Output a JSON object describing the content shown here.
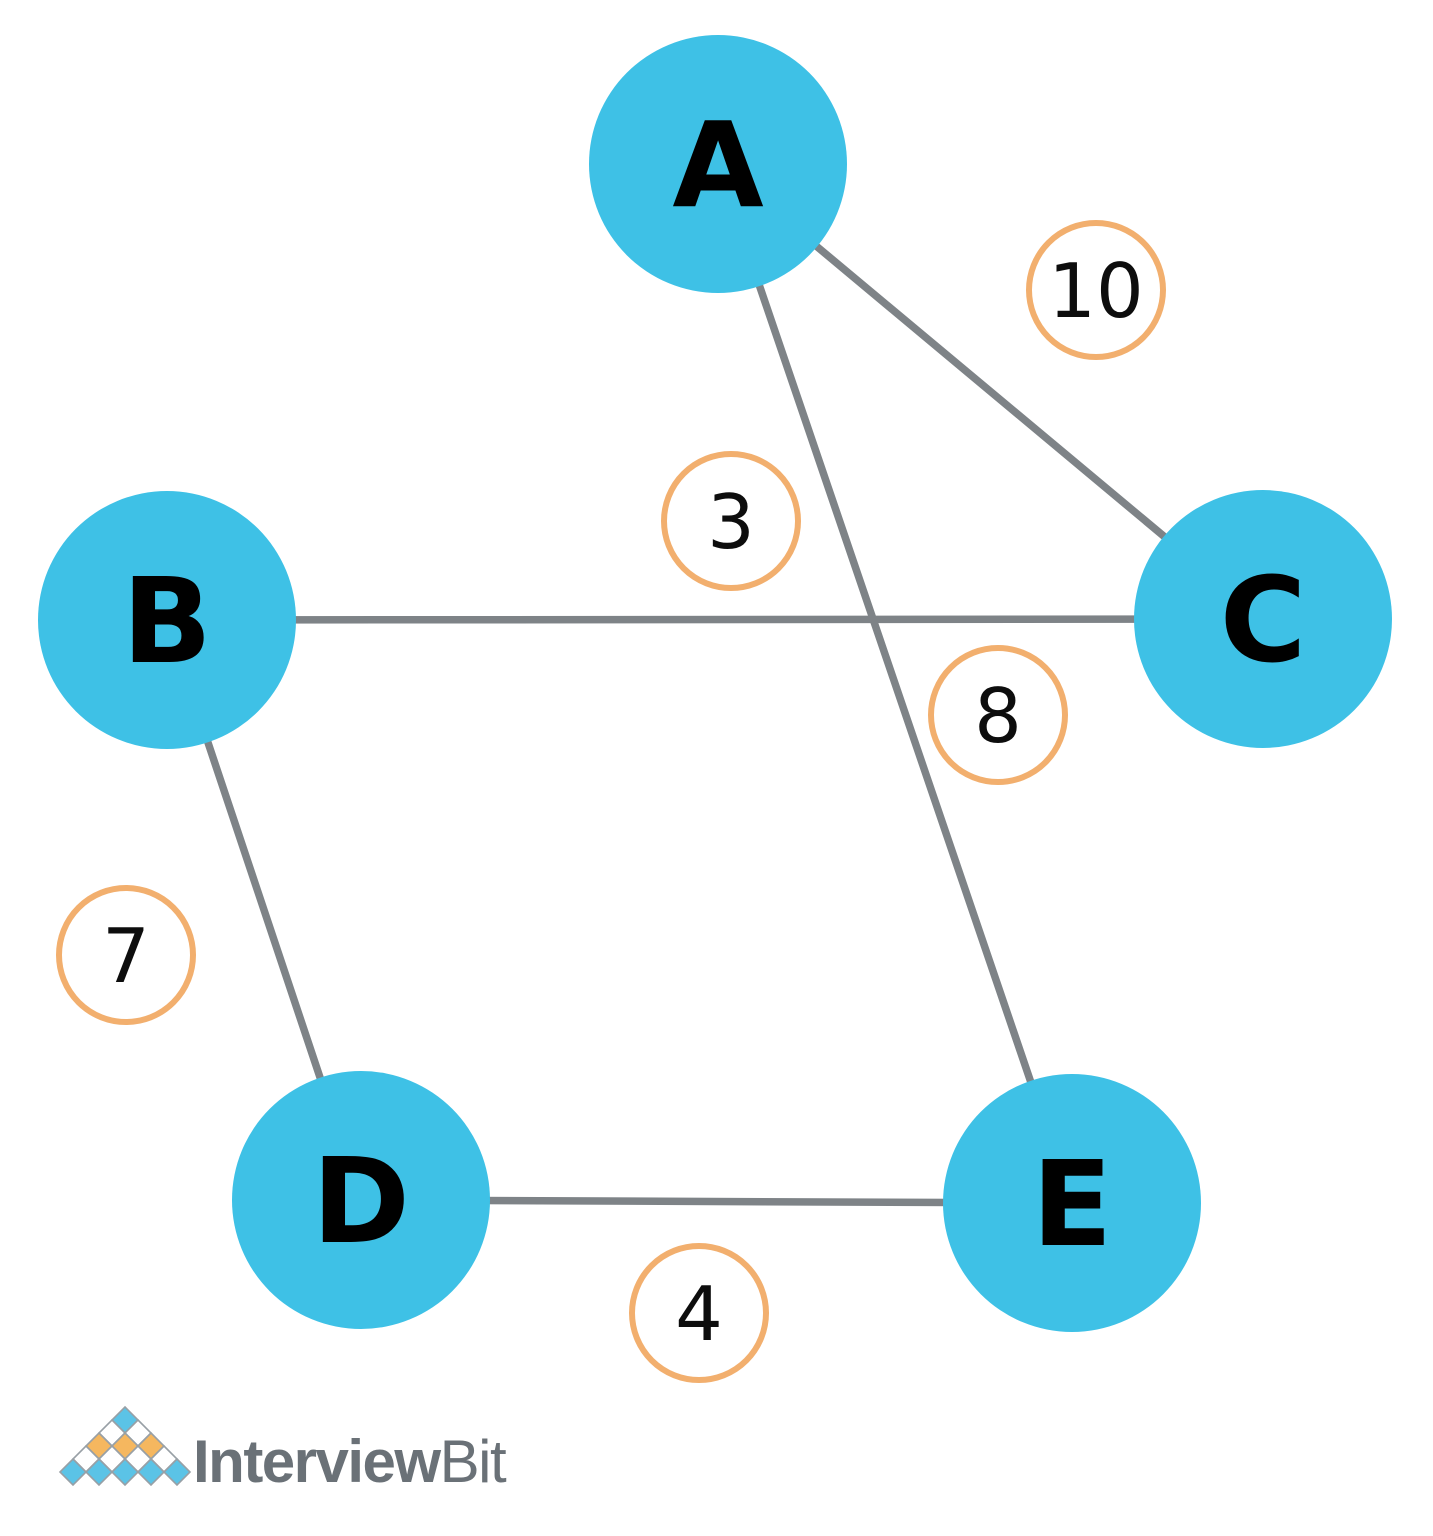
{
  "page": {
    "background": "#ffffff"
  },
  "graph": {
    "type": "undirected-weighted-graph",
    "nodes": [
      {
        "id": "A",
        "label": "A"
      },
      {
        "id": "B",
        "label": "B"
      },
      {
        "id": "C",
        "label": "C"
      },
      {
        "id": "D",
        "label": "D"
      },
      {
        "id": "E",
        "label": "E"
      }
    ],
    "edges": [
      {
        "from": "A",
        "to": "C",
        "weight": "10"
      },
      {
        "from": "B",
        "to": "C",
        "weight": "3"
      },
      {
        "from": "A",
        "to": "E",
        "weight": "8"
      },
      {
        "from": "B",
        "to": "D",
        "weight": "7"
      },
      {
        "from": "D",
        "to": "E",
        "weight": "4"
      }
    ],
    "colors": {
      "node_fill": "#3EC1E6",
      "node_label": "#000000",
      "edge_stroke": "#7E8387",
      "weight_ring": "#F2AF6E",
      "weight_fill": "#FFFFFF",
      "weight_text": "#0D0D0D"
    }
  },
  "logo": {
    "brand_primary": "Interview",
    "brand_secondary": "Bit",
    "colors": {
      "tile_blue": "#5BC3E6",
      "tile_orange": "#F5B75F",
      "tile_white": "#FFFFFF",
      "tile_stroke": "#98A0A6",
      "text": "#6A7177"
    }
  }
}
